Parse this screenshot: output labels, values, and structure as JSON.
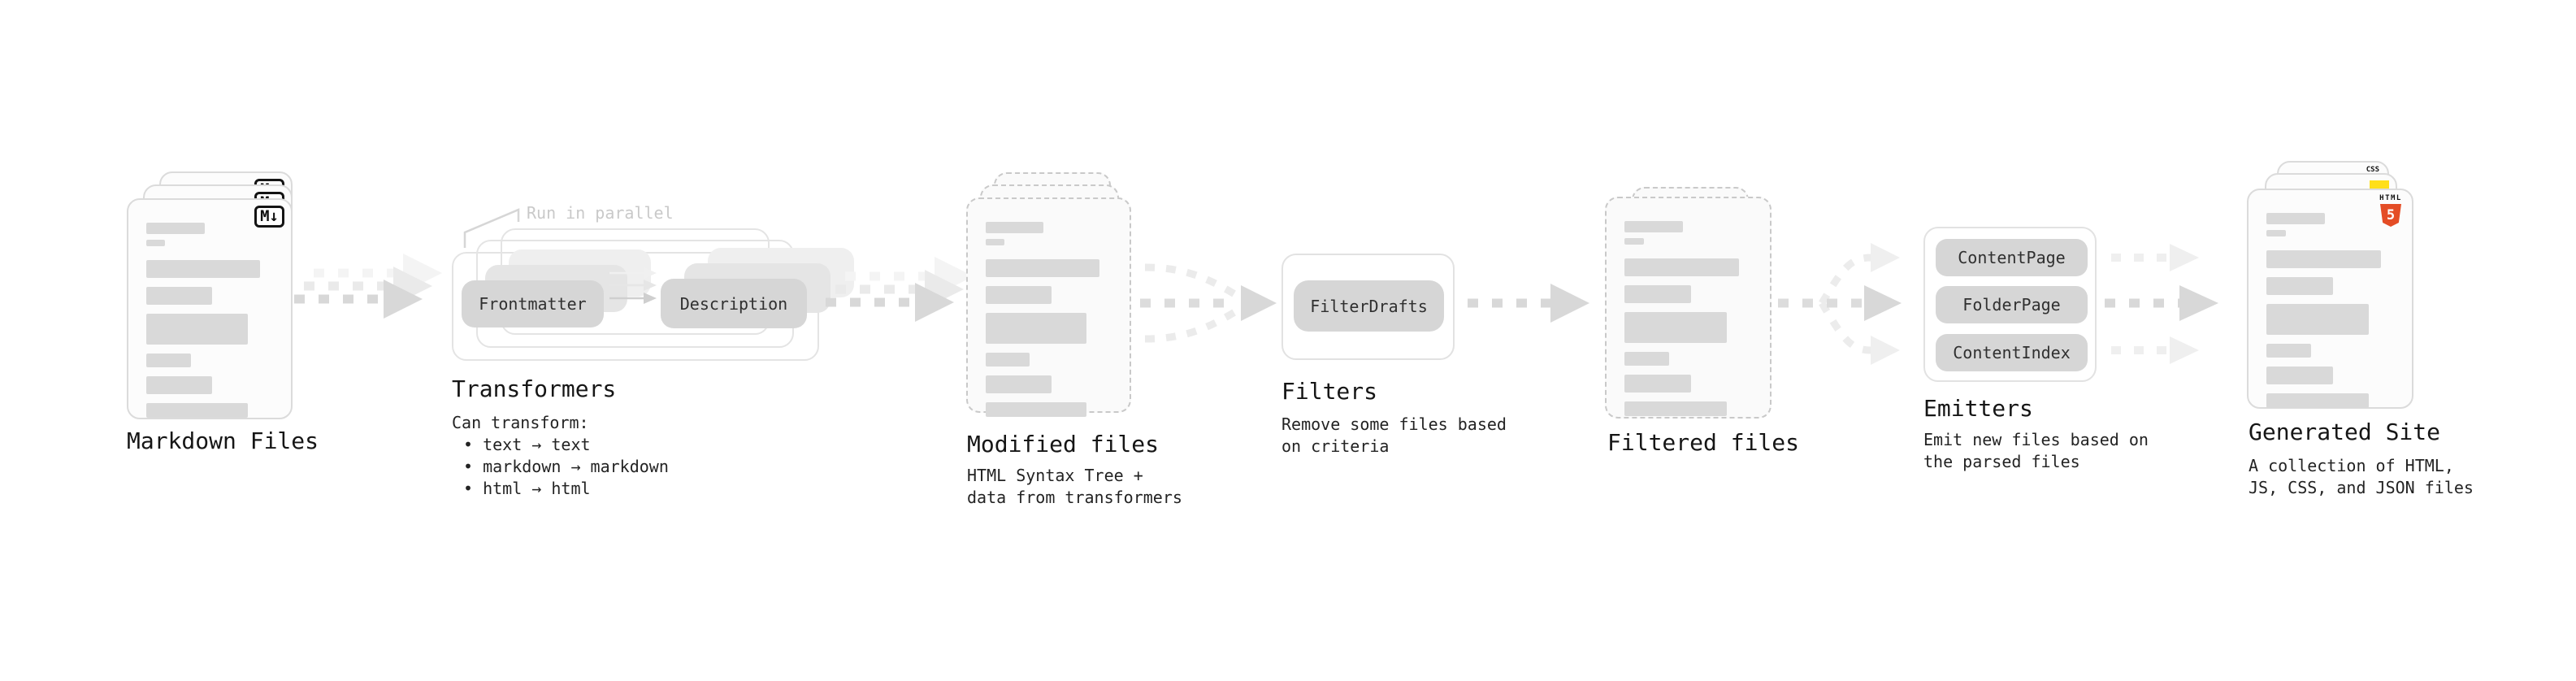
{
  "colors": {
    "bar_gray": "#d9d9d9",
    "arrow_gray": "#d8d8d8",
    "html5_orange": "#e44d26",
    "js_yellow": "#ffdf1b",
    "css_blue": "#2d6ae3"
  },
  "doc_bar_pattern": [
    {
      "w": 46,
      "h": 14,
      "mt": 0
    },
    {
      "w": 15,
      "h": 8,
      "mt": 7
    },
    {
      "w": 90,
      "h": 22,
      "mt": 17
    },
    {
      "w": 52,
      "h": 22,
      "mt": 11
    },
    {
      "w": 80,
      "h": 38,
      "mt": 11
    },
    {
      "w": 35,
      "h": 17,
      "mt": 11
    },
    {
      "w": 52,
      "h": 22,
      "mt": 11
    },
    {
      "w": 80,
      "h": 18,
      "mt": 11
    }
  ],
  "stages": {
    "markdown": {
      "label": "Markdown Files",
      "badge": "M↓"
    },
    "transformers": {
      "label": "Transformers",
      "callout": "Run in parallel",
      "pill_a": "Frontmatter",
      "pill_b": "Description",
      "note": "Can transform:",
      "bullets": [
        "• text → text",
        "• markdown → markdown",
        "• html → html"
      ]
    },
    "modified": {
      "label": "Modified files",
      "sublabel": "HTML Syntax Tree +\ndata from transformers"
    },
    "filters": {
      "label": "Filters",
      "pill": "FilterDrafts",
      "sublabel": "Remove some files based\non criteria"
    },
    "filtered": {
      "label": "Filtered files"
    },
    "emitters": {
      "label": "Emitters",
      "pills": [
        "ContentPage",
        "FolderPage",
        "ContentIndex"
      ],
      "sublabel": "Emit new files based on\nthe parsed files"
    },
    "generated": {
      "label": "Generated Site",
      "sublabel": "A collection of HTML,\nJS, CSS, and JSON files",
      "badge_css": "CSS",
      "badge_html_word": "HTML",
      "badge_html_num": "5"
    }
  }
}
